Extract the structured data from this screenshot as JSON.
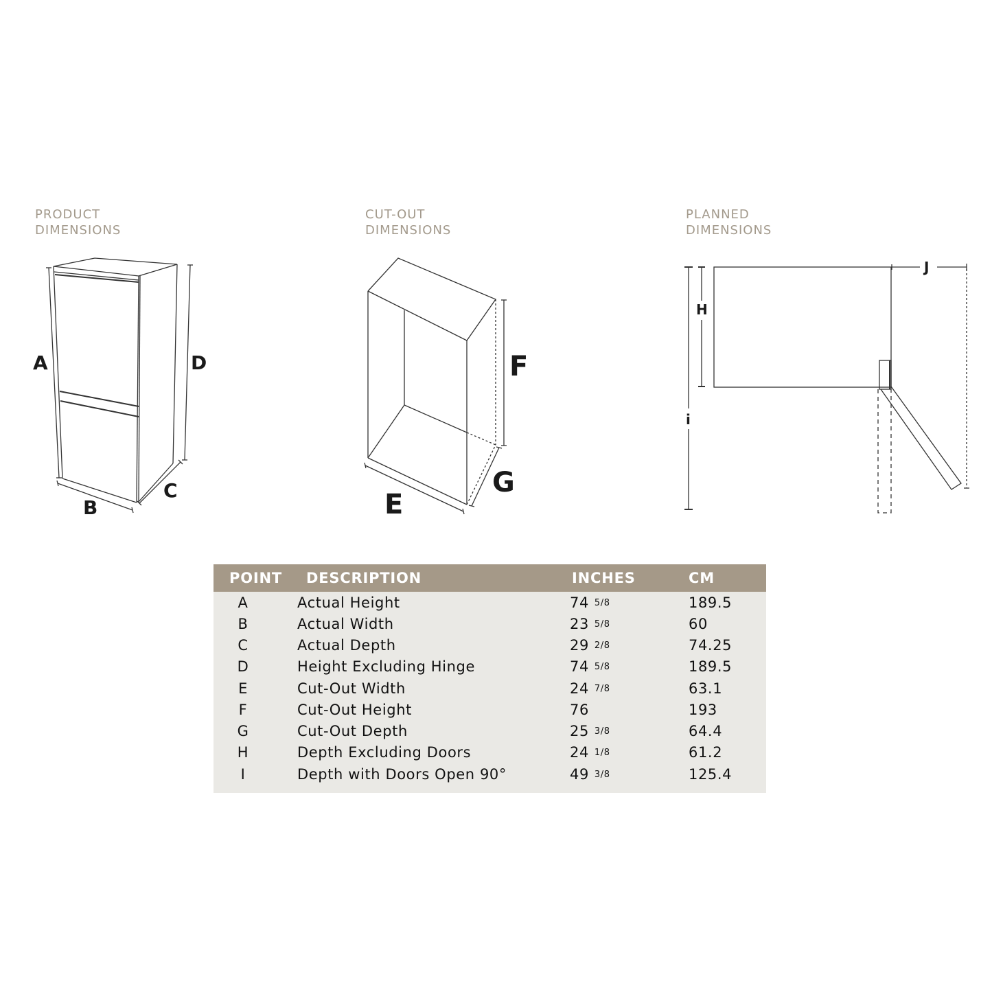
{
  "sections": {
    "product": {
      "line1": "PRODUCT",
      "line2": "DIMENSIONS"
    },
    "cutout": {
      "line1": "CUT-OUT",
      "line2": "DIMENSIONS"
    },
    "planned": {
      "line1": "PLANNED",
      "line2": "DIMENSIONS"
    }
  },
  "diagram_labels": {
    "product": {
      "a": "A",
      "b": "B",
      "c": "C",
      "d": "D"
    },
    "cutout": {
      "e": "E",
      "f": "F",
      "g": "G"
    },
    "planned": {
      "h": "H",
      "i": "i",
      "j": "J"
    }
  },
  "colors": {
    "heading": "#a39a8c",
    "table_header_bg": "#a59988",
    "table_body_bg": "#eae9e5",
    "line": "#333333"
  },
  "table": {
    "headers": {
      "point": "POINT",
      "description": "DESCRIPTION",
      "inches": "INCHES",
      "cm": "CM"
    },
    "rows": [
      {
        "point": "A",
        "description": "Actual Height",
        "inches_whole": "74",
        "inches_frac": "5/8",
        "cm": "189.5"
      },
      {
        "point": "B",
        "description": "Actual Width",
        "inches_whole": "23",
        "inches_frac": "5/8",
        "cm": "60"
      },
      {
        "point": "C",
        "description": "Actual Depth",
        "inches_whole": "29",
        "inches_frac": "2/8",
        "cm": "74.25"
      },
      {
        "point": "D",
        "description": "Height Excluding Hinge",
        "inches_whole": "74",
        "inches_frac": "5/8",
        "cm": "189.5"
      },
      {
        "point": "E",
        "description": "Cut-Out Width",
        "inches_whole": "24",
        "inches_frac": "7/8",
        "cm": "63.1"
      },
      {
        "point": "F",
        "description": "Cut-Out Height",
        "inches_whole": "76",
        "inches_frac": "",
        "cm": "193"
      },
      {
        "point": "G",
        "description": "Cut-Out Depth",
        "inches_whole": "25",
        "inches_frac": "3/8",
        "cm": "64.4"
      },
      {
        "point": "H",
        "description": "Depth Excluding Doors",
        "inches_whole": "24",
        "inches_frac": "1/8",
        "cm": "61.2"
      },
      {
        "point": "I",
        "description": "Depth with Doors Open 90°",
        "inches_whole": "49",
        "inches_frac": "3/8",
        "cm": "125.4"
      }
    ]
  }
}
